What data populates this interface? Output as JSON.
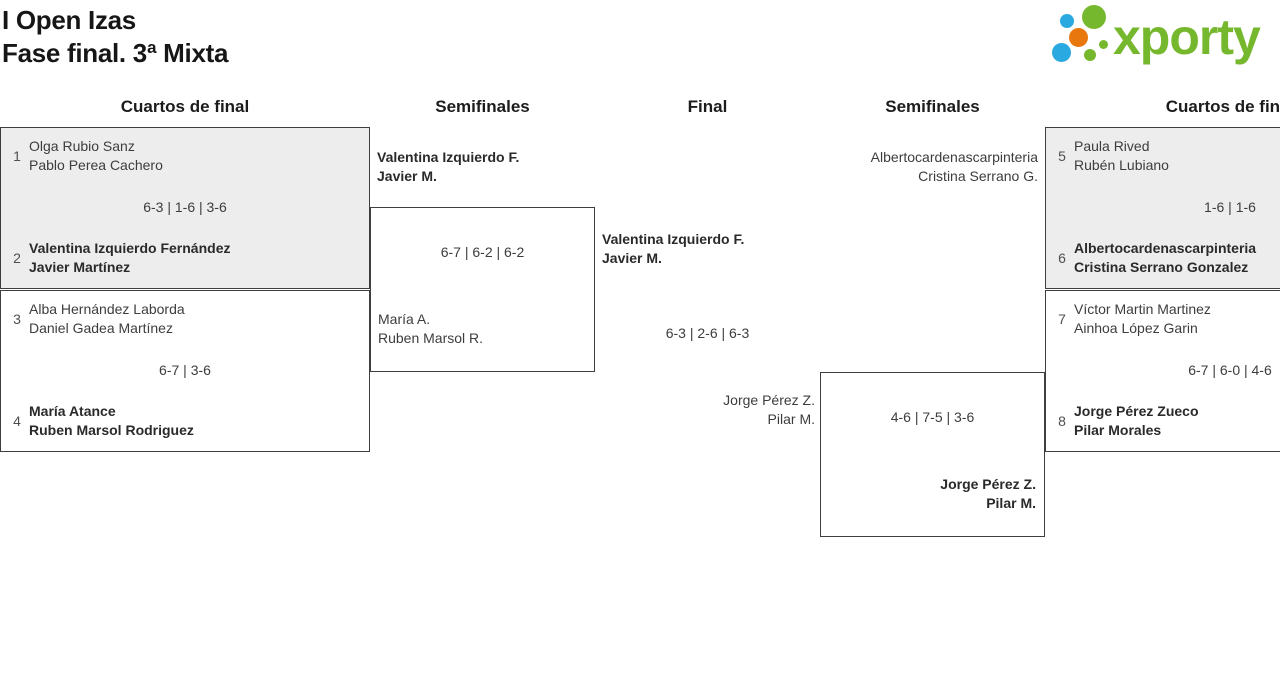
{
  "header": {
    "title_line1": "I Open Izas",
    "title_line2": "Fase final. 3ª Mixta",
    "logo": {
      "wordmark": "xporty"
    }
  },
  "brand_colors": {
    "green": "#76b82d",
    "blue": "#2aa9e0",
    "orange": "#e8770e"
  },
  "ui_colors": {
    "box_fill_gray": "#ededed",
    "box_border": "#3e3e3e",
    "text": "#3d3d3d"
  },
  "round_headers": {
    "qf_left": "Cuartos de final",
    "sf_left": "Semifinales",
    "final": "Final",
    "sf_right": "Semifinales",
    "qf_right": "Cuartos de final"
  },
  "bracket": {
    "qf_left_1": {
      "team1": {
        "seed": "1",
        "players": [
          "Olga Rubio Sanz",
          "Pablo Perea Cachero"
        ],
        "winner": false
      },
      "score": "6-3 | 1-6 | 3-6",
      "team2": {
        "seed": "2",
        "players": [
          "Valentina Izquierdo Fernández",
          "Javier Martínez"
        ],
        "winner": true
      }
    },
    "qf_left_2": {
      "team1": {
        "seed": "3",
        "players": [
          "Alba Hernández Laborda",
          "Daniel Gadea Martínez"
        ],
        "winner": false
      },
      "score": "6-7 | 3-6",
      "team2": {
        "seed": "4",
        "players": [
          "María Atance",
          "Ruben Marsol Rodriguez"
        ],
        "winner": true
      }
    },
    "sf_left": {
      "team1": {
        "players": [
          "Valentina Izquierdo F.",
          "Javier M."
        ],
        "winner": true
      },
      "score": "6-7 | 6-2 | 6-2",
      "team2": {
        "players": [
          "María A.",
          "Ruben Marsol R."
        ],
        "winner": false
      }
    },
    "final": {
      "team1": {
        "players": [
          "Valentina Izquierdo F.",
          "Javier M."
        ],
        "winner": true
      },
      "score": "6-3 | 2-6 | 6-3",
      "team2": {
        "players": [
          "Jorge Pérez Z.",
          "Pilar M."
        ],
        "winner": false
      }
    },
    "sf_right": {
      "team1": {
        "players": [
          "Albertocardenascarpinteria",
          "Cristina Serrano G."
        ],
        "winner": false
      },
      "score": "4-6 | 7-5 | 3-6",
      "team2": {
        "players": [
          "Jorge Pérez Z.",
          "Pilar M."
        ],
        "winner": true
      }
    },
    "qf_right_1": {
      "team1": {
        "seed": "5",
        "players": [
          "Paula Rived",
          "Rubén Lubiano"
        ],
        "winner": false
      },
      "score": "1-6 | 1-6",
      "team2": {
        "seed": "6",
        "players": [
          "Albertocardenascarpinteria",
          "Cristina Serrano Gonzalez"
        ],
        "winner": true
      }
    },
    "qf_right_2": {
      "team1": {
        "seed": "7",
        "players": [
          "Víctor Martin Martinez",
          "Ainhoa López Garin"
        ],
        "winner": false
      },
      "score": "6-7 | 6-0 | 4-6",
      "team2": {
        "seed": "8",
        "players": [
          "Jorge Pérez Zueco",
          "Pilar Morales"
        ],
        "winner": true
      }
    }
  }
}
